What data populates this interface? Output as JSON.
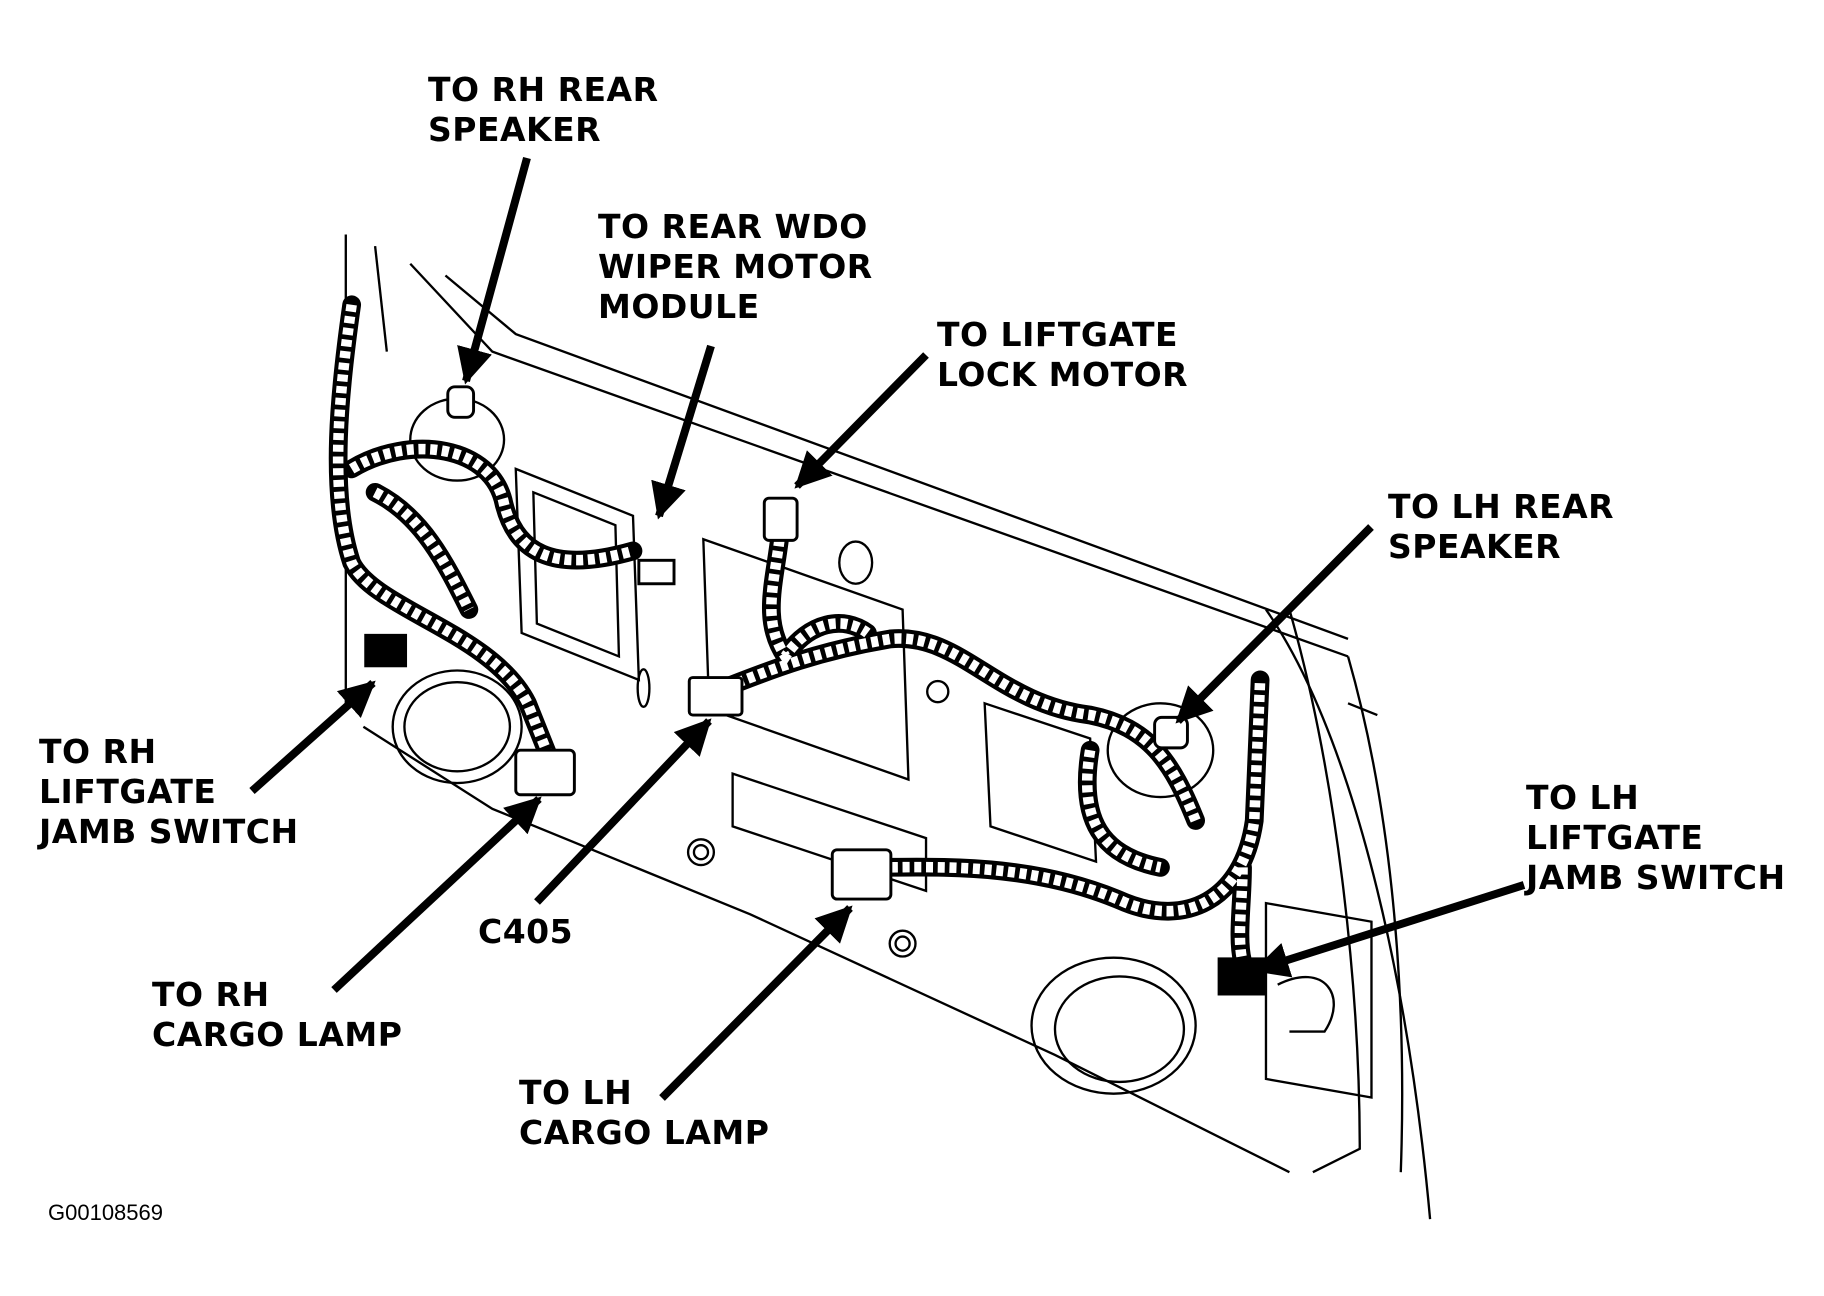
{
  "labels": {
    "rh_rear_speaker": [
      "TO RH REAR",
      "SPEAKER"
    ],
    "rear_wdo_wiper": [
      "TO REAR WDO",
      "WIPER MOTOR",
      "MODULE"
    ],
    "liftgate_lock_motor": [
      "TO LIFTGATE",
      "LOCK MOTOR"
    ],
    "lh_rear_speaker": [
      "TO LH REAR",
      "SPEAKER"
    ],
    "rh_liftgate_jamb_switch": [
      "TO RH",
      "LIFTGATE",
      "JAMB SWITCH"
    ],
    "c405": "C405",
    "rh_cargo_lamp": [
      "TO RH",
      "CARGO LAMP"
    ],
    "lh_cargo_lamp": [
      "TO LH",
      "CARGO LAMP"
    ],
    "lh_liftgate_jamb_switch": [
      "TO LH",
      "LIFTGATE",
      "JAMB SWITCH"
    ]
  },
  "figure_id": "G00108569",
  "colors": {
    "ink": "#000000",
    "paper": "#ffffff"
  }
}
